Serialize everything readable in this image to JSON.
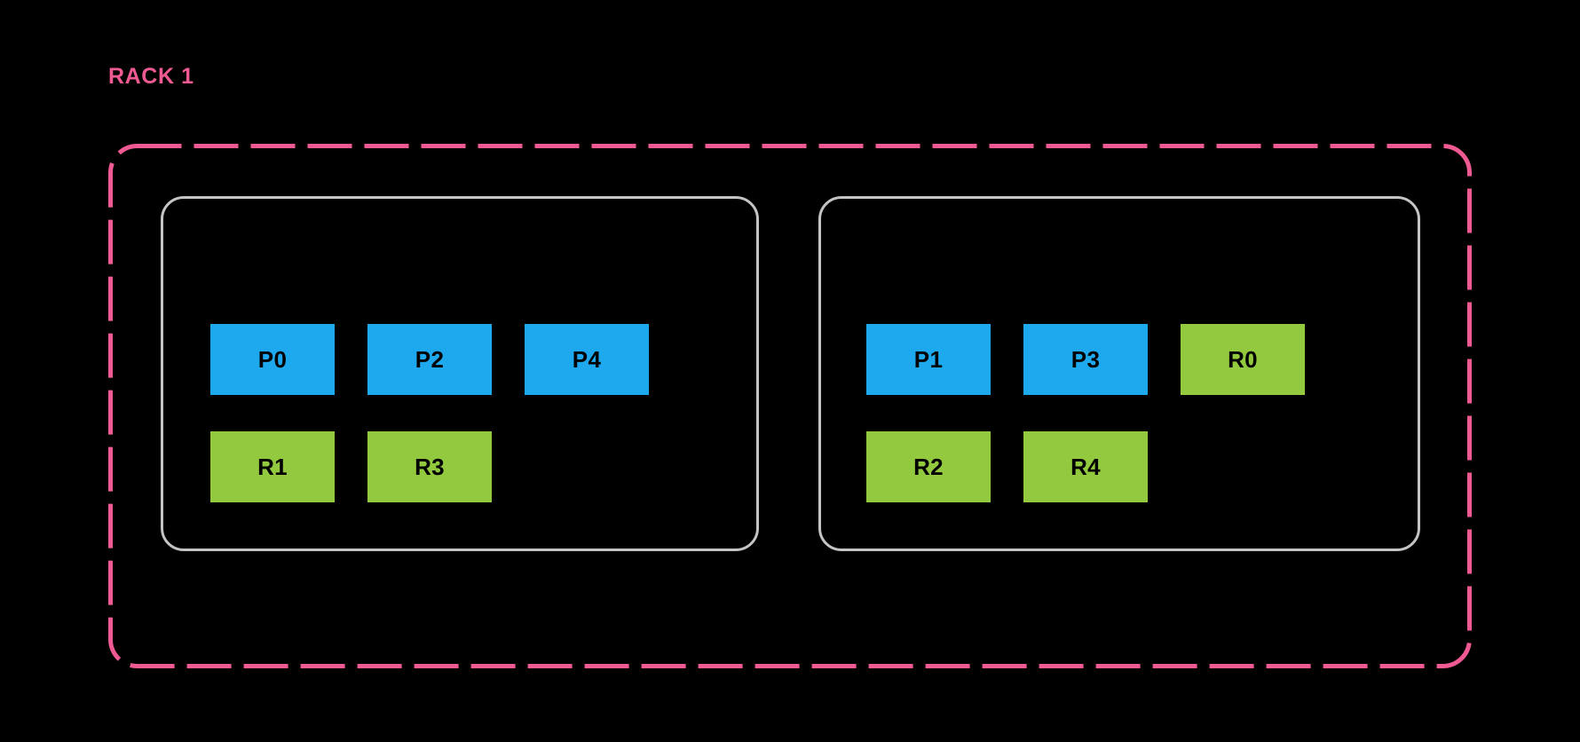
{
  "diagram": {
    "title": "RACK 1",
    "colors": {
      "background": "#000000",
      "rack_border": "#ef5a93",
      "rack_label": "#ef5a93",
      "node_border": "#c4c4c4",
      "partition_fill": "#1ea8ee",
      "replica_fill": "#93c93f",
      "tile_text": "#000000"
    },
    "nodes": [
      {
        "id": "broker-left",
        "rows": [
          {
            "id": "partitions",
            "tiles": [
              {
                "label": "P0",
                "kind": "partition"
              },
              {
                "label": "P2",
                "kind": "partition"
              },
              {
                "label": "P4",
                "kind": "partition"
              }
            ]
          },
          {
            "id": "replicas",
            "tiles": [
              {
                "label": "R1",
                "kind": "replica"
              },
              {
                "label": "R3",
                "kind": "replica"
              }
            ]
          }
        ]
      },
      {
        "id": "broker-right",
        "rows": [
          {
            "id": "partitions",
            "tiles": [
              {
                "label": "P1",
                "kind": "partition"
              },
              {
                "label": "P3",
                "kind": "partition"
              },
              {
                "label": "R0",
                "kind": "replica"
              }
            ]
          },
          {
            "id": "replicas",
            "tiles": [
              {
                "label": "R2",
                "kind": "replica"
              },
              {
                "label": "R4",
                "kind": "replica"
              }
            ]
          }
        ]
      }
    ]
  }
}
